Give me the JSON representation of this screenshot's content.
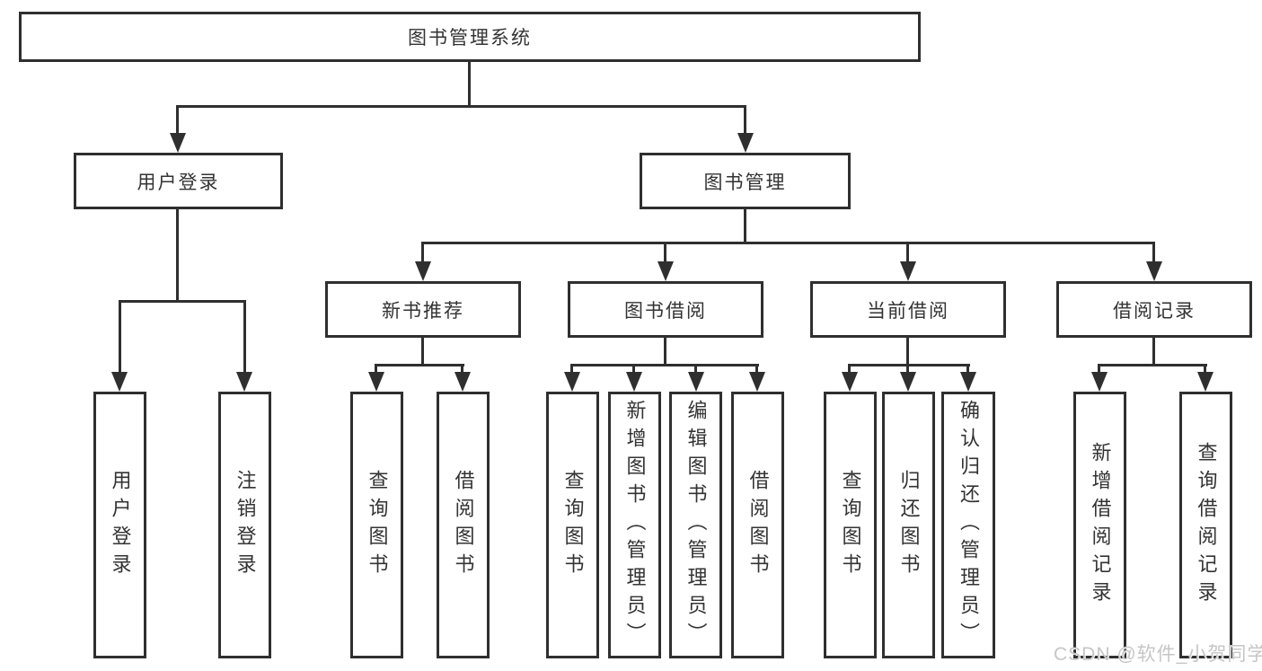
{
  "diagram": {
    "tree": {
      "root": {
        "label": "图书管理系统",
        "children": [
          {
            "label": "用户登录",
            "children": [
              {
                "label": "用户登录"
              },
              {
                "label": "注销登录"
              }
            ]
          },
          {
            "label": "图书管理",
            "children": [
              {
                "label": "新书推荐",
                "children": [
                  {
                    "label": "查询图书"
                  },
                  {
                    "label": "借阅图书"
                  }
                ]
              },
              {
                "label": "图书借阅",
                "children": [
                  {
                    "label": "查询图书"
                  },
                  {
                    "label": "新增图书（管理员）"
                  },
                  {
                    "label": "编辑图书（管理员）"
                  },
                  {
                    "label": "借阅图书"
                  }
                ]
              },
              {
                "label": "当前借阅",
                "children": [
                  {
                    "label": "查询图书"
                  },
                  {
                    "label": "归还图书"
                  },
                  {
                    "label": "确认归还（管理员）"
                  }
                ]
              },
              {
                "label": "借阅记录",
                "children": [
                  {
                    "label": "新增借阅记录"
                  },
                  {
                    "label": "查询借阅记录"
                  }
                ]
              }
            ]
          }
        ]
      }
    }
  },
  "watermark": {
    "text": "CSDN @软件_小贺同学"
  },
  "colors": {
    "line": "#2f2f2f",
    "text": "#333333",
    "background": "#ffffff",
    "watermark": "#c6c6c6"
  }
}
